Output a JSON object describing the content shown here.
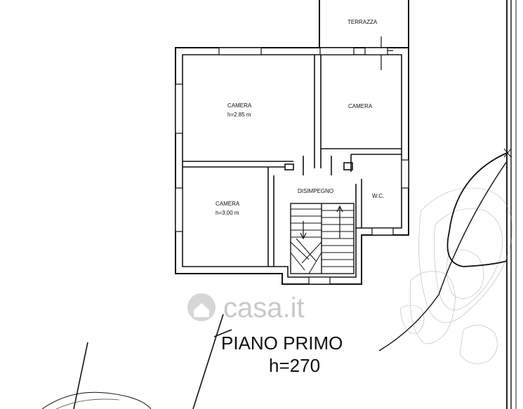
{
  "watermark": "casa.it",
  "title": {
    "floor": "PIANO PRIMO",
    "height": "h=270"
  },
  "rooms": {
    "terrazza": {
      "name": "TERRAZZA"
    },
    "camera_top_left": {
      "name": "CAMERA",
      "height": "h=2.85 m"
    },
    "camera_top_right": {
      "name": "CAMERA"
    },
    "camera_bottom_left": {
      "name": "CAMERA",
      "height": "h=3.00 m"
    },
    "disimpegno": {
      "name": "DISIMPEGNO"
    },
    "wc": {
      "name": "W.C."
    }
  },
  "colors": {
    "ink": "#111111",
    "watermark": "#c9c9c9",
    "paper": "#ffffff"
  }
}
